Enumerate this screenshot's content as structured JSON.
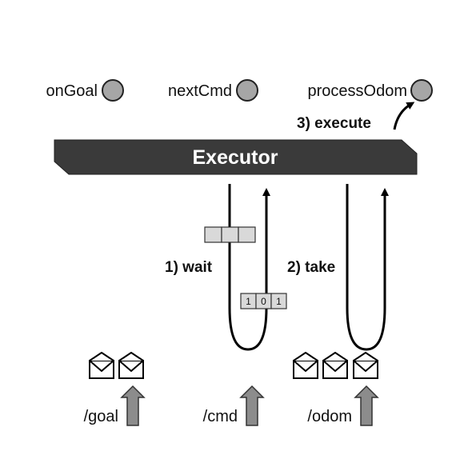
{
  "callbacks": [
    {
      "label": "onGoal",
      "color": "#a6a6a6"
    },
    {
      "label": "nextCmd",
      "color": "#a6a6a6"
    },
    {
      "label": "processOdom",
      "color": "#a6a6a6"
    }
  ],
  "executor": {
    "label": "Executor",
    "fill": "#3a3a3a",
    "text_color": "#ffffff"
  },
  "steps": {
    "wait": "1) wait",
    "take": "2) take",
    "execute": "3) execute"
  },
  "queue_values": [
    "1",
    "0",
    "1"
  ],
  "topics": [
    {
      "label": "/goal",
      "messages": 2
    },
    {
      "label": "/cmd",
      "messages": 0
    },
    {
      "label": "/odom",
      "messages": 3
    }
  ],
  "colors": {
    "queue_cell": "#d9d9d9",
    "topic_arrow": "#8c8c8c",
    "line": "#000000"
  }
}
